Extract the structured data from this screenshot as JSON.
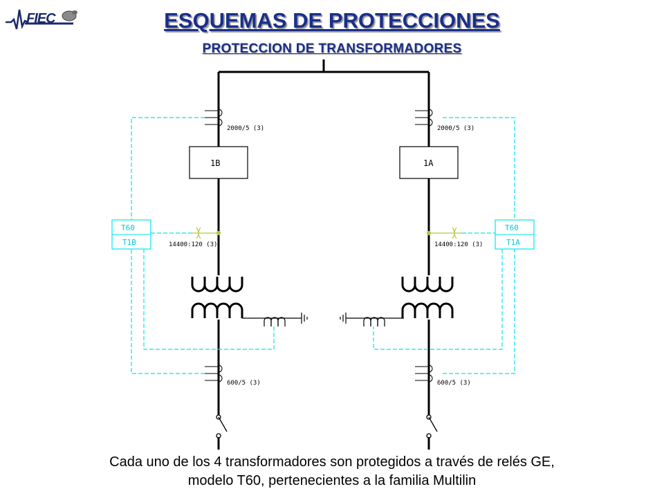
{
  "logo": {
    "text": "FIEC"
  },
  "header": {
    "title": "ESQUEMAS DE PROTECCIONES",
    "subtitle": "PROTECCION DE TRANSFORMADORES"
  },
  "diagram": {
    "left": {
      "ct_top_ratio": "2000/5 (3)",
      "breaker_label": "1B",
      "relay_model": "T60",
      "relay_name": "T1B",
      "vt_ratio": "14400:120 (3)",
      "ct_bottom_ratio": "600/5 (3)"
    },
    "right": {
      "ct_top_ratio": "2000/5 (3)",
      "breaker_label": "1A",
      "relay_model": "T60",
      "relay_name": "T1A",
      "vt_ratio": "14400:120 (3)",
      "ct_bottom_ratio": "600/5 (3)"
    },
    "colors": {
      "main": "#000000",
      "secondary": "#00e5ee",
      "vt": "#b8c44a"
    }
  },
  "caption": {
    "line1": "Cada uno de los 4 transformadores son protegidos a través de relés GE,",
    "line2": "modelo T60, pertenecientes a la familia Multilin"
  }
}
